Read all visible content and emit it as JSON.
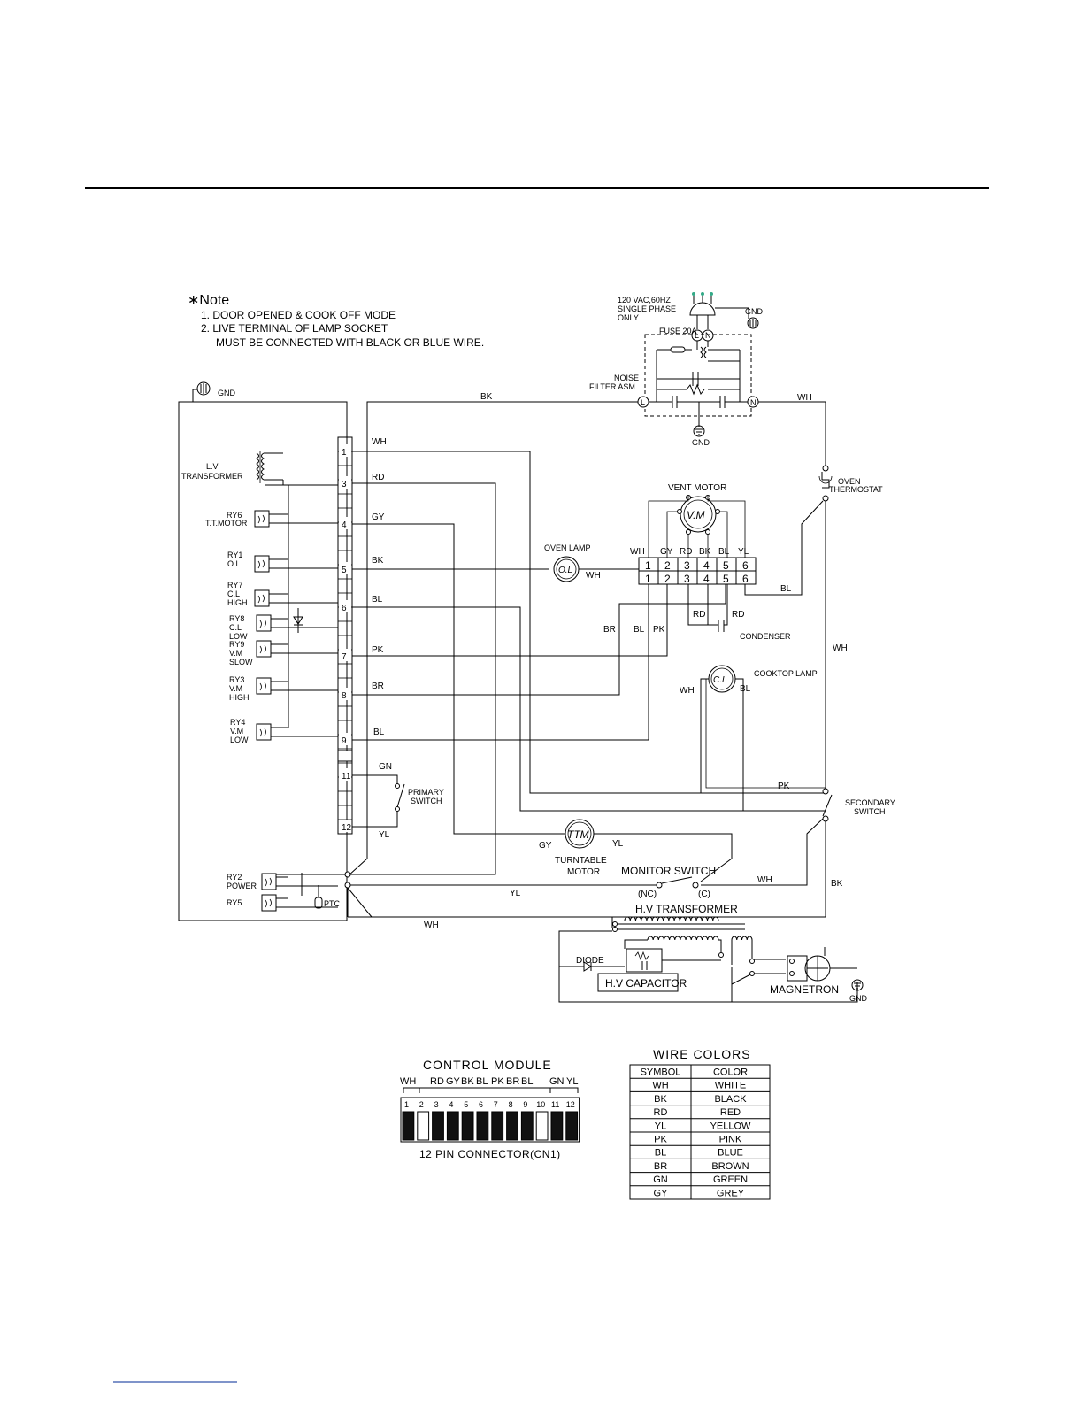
{
  "notes": {
    "title": "∗Note",
    "line1": "1. DOOR OPENED & COOK OFF MODE",
    "line2": "2. LIVE TERMINAL OF LAMP SOCKET",
    "line3": "MUST BE CONNECTED WITH BLACK OR BLUE WIRE."
  },
  "power": {
    "supply_line1": "120 VAC,60HZ",
    "supply_line2": "SINGLE PHASE",
    "supply_line3": "ONLY",
    "fuse": "FUSE 20A",
    "gnd": "GND",
    "line_terminal": "L",
    "neutral_terminal": "N",
    "filter_line1": "NOISE",
    "filter_line2": "FILTER ASM"
  },
  "relays": {
    "gnd": "GND",
    "lv_line1": "L.V",
    "lv_line2": "TRANSFORMER",
    "ry6_line1": "RY6",
    "ry6_line2": "T.T.MOTOR",
    "ry1_line1": "RY1",
    "ry1_line2": "O.L",
    "ry7_line1": "RY7",
    "ry7_line2": "C.L",
    "ry7_line3": "HIGH",
    "ry8_line1": "RY8",
    "ry8_line2": "C.L",
    "ry8_line3": "LOW",
    "ry9_line1": "RY9",
    "ry9_line2": "V.M",
    "ry9_line3": "SLOW",
    "ry3_line1": "RY3",
    "ry3_line2": "V.M",
    "ry3_line3": "HIGH",
    "ry4_line1": "RY4",
    "ry4_line2": "V.M",
    "ry4_line3": "LOW",
    "ry2_line1": "RY2",
    "ry2_line2": "POWER",
    "ry5": "RY5",
    "ptc": "PTC"
  },
  "connector": {
    "pins": [
      "1",
      "3",
      "4",
      "5",
      "6",
      "7",
      "8",
      "9",
      "11",
      "12"
    ]
  },
  "wires": {
    "bk_top": "BK",
    "wh_top": "WH",
    "wh1": "WH",
    "rd3": "RD",
    "gy4": "GY",
    "bk5": "BK",
    "bl6": "BL",
    "pk7": "PK",
    "br8": "BR",
    "bl9": "BL",
    "gn11": "GN",
    "yl12": "YL",
    "wh_ol": "WH",
    "br_v": "BR",
    "bl_v": "BL",
    "pk_v": "PK",
    "bl_right": "BL",
    "wh_right": "WH",
    "wh_cl": "WH",
    "bl_cl": "BL",
    "pk_right": "PK",
    "gy_ttm": "GY",
    "yl_ttm": "YL",
    "wh_mon": "WH",
    "bk_mon": "BK",
    "yl_bottom": "YL",
    "wh_bottom": "WH",
    "rd_cond1": "RD",
    "rd_cond2": "RD"
  },
  "components": {
    "vent_motor": "VENT MOTOR",
    "vm": "V.M",
    "oven_lamp": "OVEN LAMP",
    "ol": "O.L",
    "condenser": "CONDENSER",
    "cooktop_lamp": "COOKTOP LAMP",
    "cl": "C.L",
    "oven_thermo_line1": "OVEN",
    "oven_thermo_line2": "THERMOSTAT",
    "primary_line1": "PRIMARY",
    "primary_line2": "SWITCH",
    "secondary_line1": "SECONDARY",
    "secondary_line2": "SWITCH",
    "ttm": "TTM",
    "tt_line1": "TURNTABLE",
    "tt_line2": "MOTOR",
    "monitor_switch": "MONITOR SWITCH",
    "nc": "(NC)",
    "c": "(C)",
    "hv_transformer": "H.V TRANSFORMER",
    "diode": "DIODE",
    "hv_capacitor": "H.V CAPACITOR",
    "magnetron": "MAGNETRON",
    "gnd_mag": "GND",
    "gnd_filter": "GND"
  },
  "vm_terminals": {
    "colors": [
      "WH",
      "GY",
      "RD",
      "BK",
      "BL",
      "YL"
    ],
    "numbers": [
      "1",
      "2",
      "3",
      "4",
      "5",
      "6"
    ]
  },
  "control_module": {
    "title": "CONTROL MODULE",
    "top_labels": [
      "WH",
      "RD",
      "GY",
      "BK",
      "BL",
      "PK",
      "BR",
      "BL",
      "GN",
      "YL"
    ],
    "pin_numbers": [
      "1",
      "2",
      "3",
      "4",
      "5",
      "6",
      "7",
      "8",
      "9",
      "10",
      "11",
      "12"
    ],
    "caption": "12 PIN CONNECTOR(CN1)"
  },
  "wire_colors": {
    "title": "WIRE COLORS",
    "headers": [
      "SYMBOL",
      "COLOR"
    ],
    "rows": [
      [
        "WH",
        "WHITE"
      ],
      [
        "BK",
        "BLACK"
      ],
      [
        "RD",
        "RED"
      ],
      [
        "YL",
        "YELLOW"
      ],
      [
        "PK",
        "PINK"
      ],
      [
        "BL",
        "BLUE"
      ],
      [
        "BR",
        "BROWN"
      ],
      [
        "GN",
        "GREEN"
      ],
      [
        "GY",
        "GREY"
      ]
    ]
  }
}
